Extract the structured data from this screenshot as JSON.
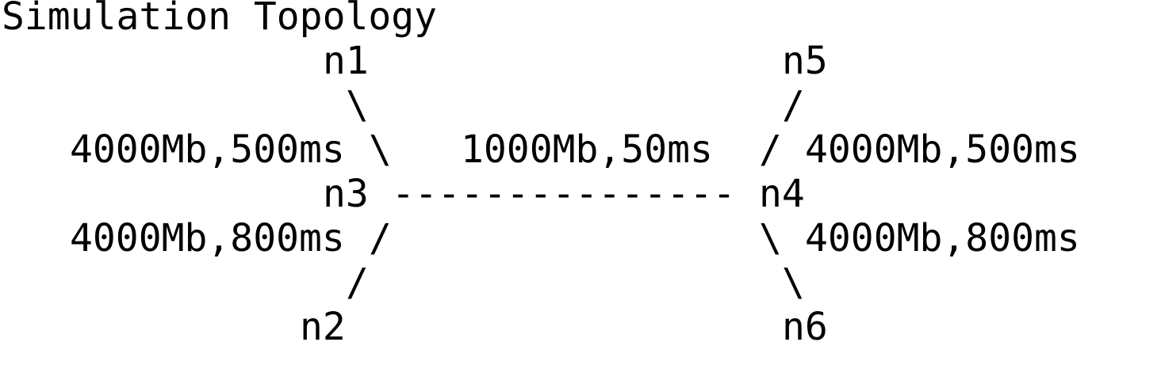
{
  "title": "Simulation Topology",
  "nodes": {
    "n1": "n1",
    "n2": "n2",
    "n3": "n3",
    "n4": "n4",
    "n5": "n5",
    "n6": "n6"
  },
  "links": {
    "n1_n3": {
      "label": "4000Mb,500ms",
      "connector_top": "\\",
      "connector_bottom": "\\"
    },
    "n2_n3": {
      "label": "4000Mb,800ms",
      "connector_top": "/",
      "connector_bottom": "/"
    },
    "n3_n4": {
      "label": "1000Mb,50ms",
      "line": "---------------"
    },
    "n4_n5": {
      "label": "4000Mb,500ms",
      "connector_top": "/",
      "connector_bottom": "/"
    },
    "n4_n6": {
      "label": "4000Mb,800ms",
      "connector_top": "\\",
      "connector_bottom": "\\"
    }
  }
}
